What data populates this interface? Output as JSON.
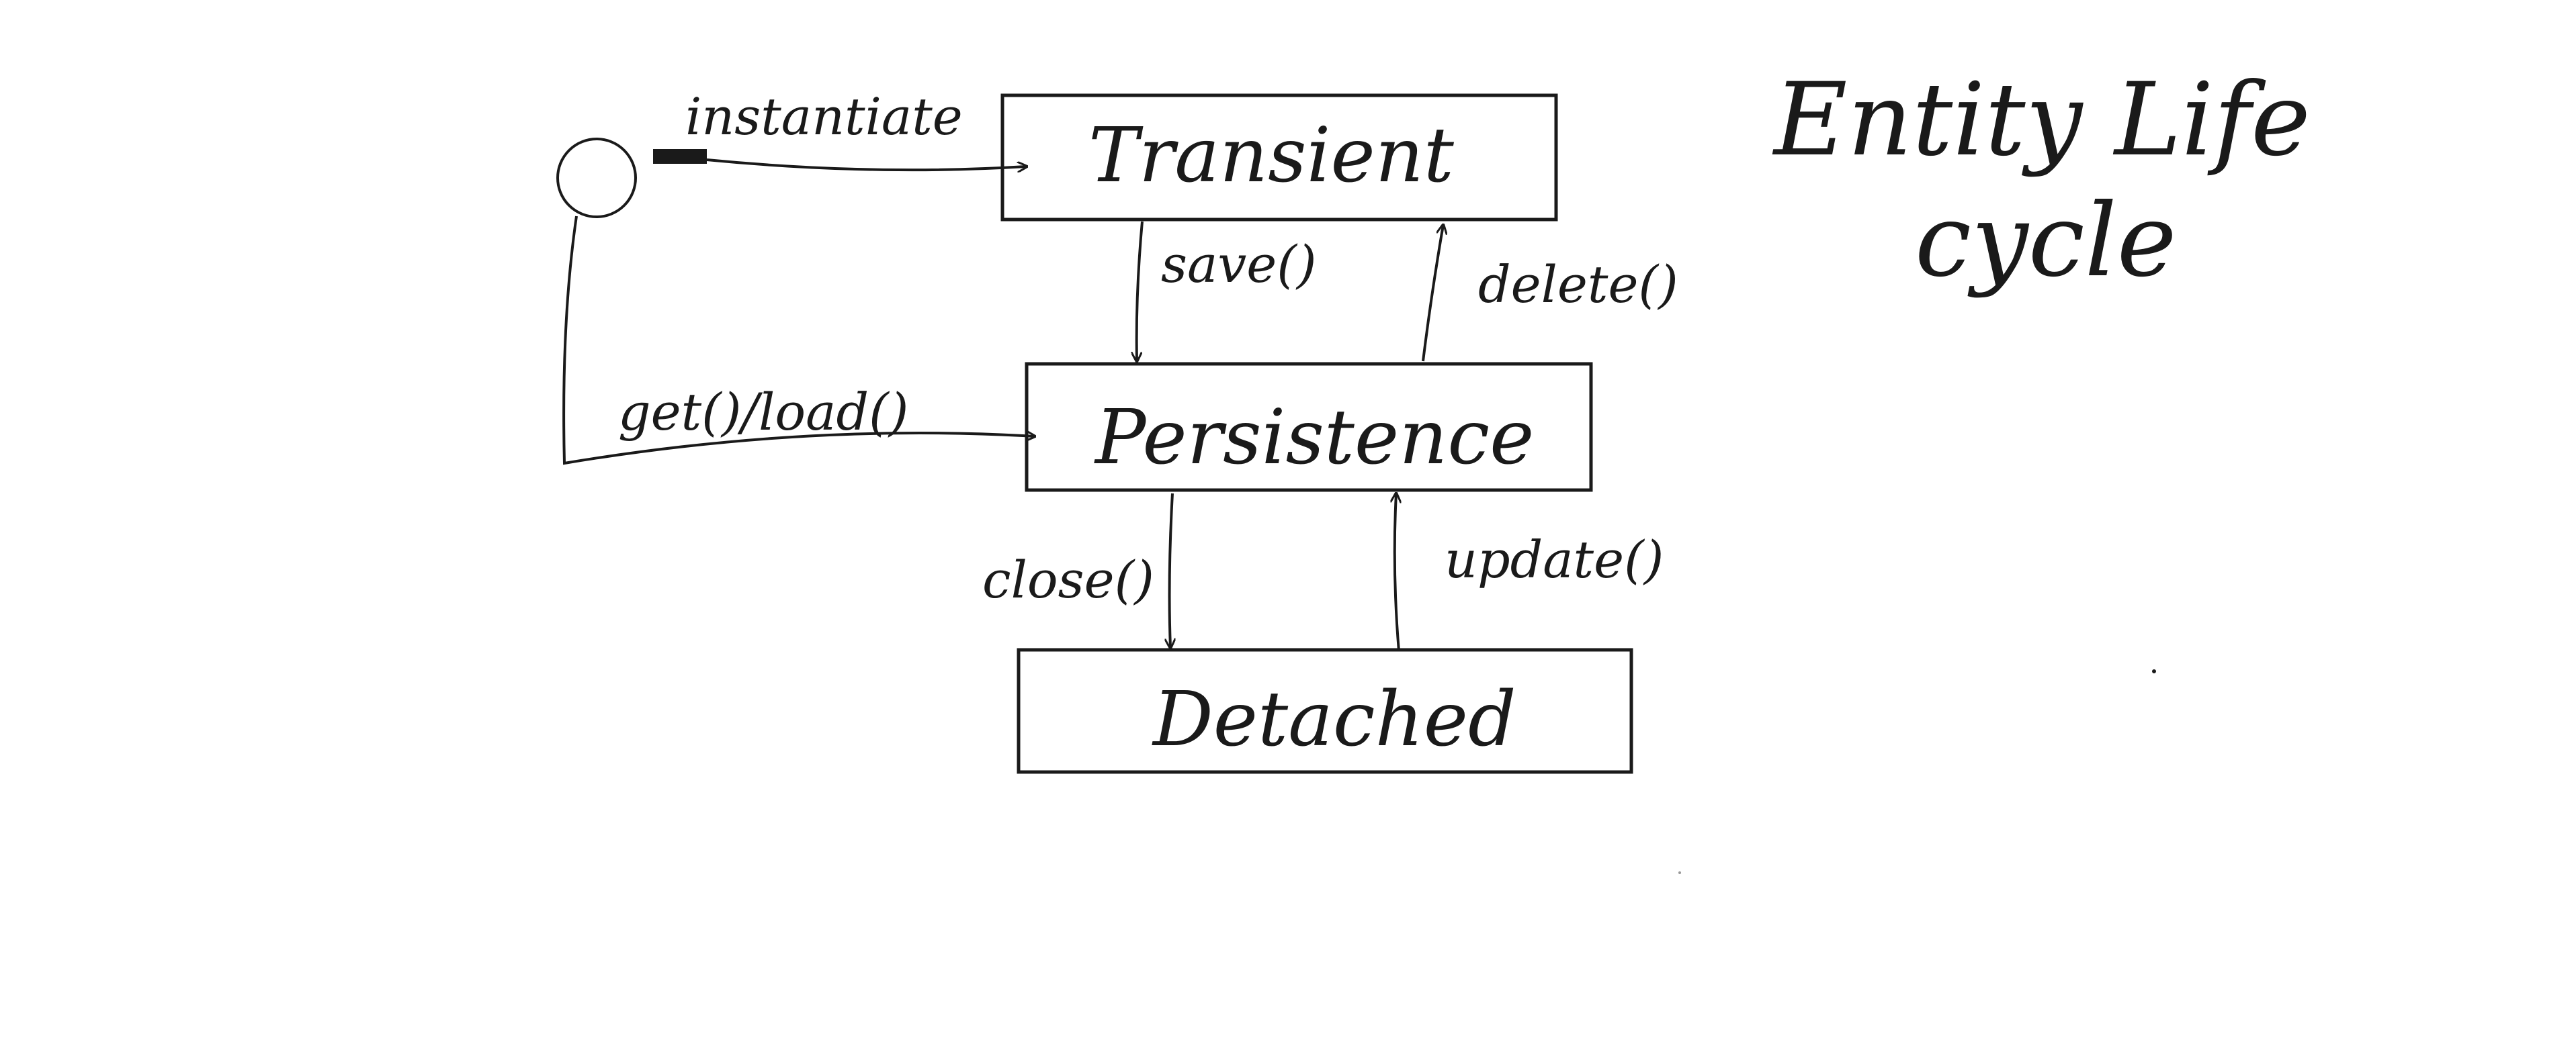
{
  "title": {
    "line1": "Entity Life",
    "line2": "cycle"
  },
  "states": {
    "transient": "Transient",
    "persistence": "Persistence",
    "detached": "Detached"
  },
  "transitions": {
    "instantiate": "instantiate",
    "get_load": "get()/load()",
    "save": "save()",
    "delete": "delete()",
    "close": "close()",
    "update": "update()"
  },
  "colors": {
    "ink": "#1a1a1a",
    "background": "#ffffff"
  }
}
